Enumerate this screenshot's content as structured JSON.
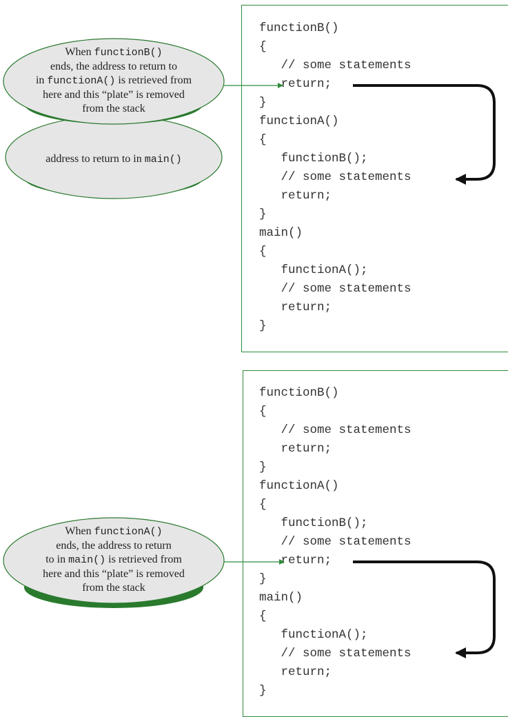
{
  "top_diagram": {
    "code_lines": [
      "functionB()",
      "{",
      "   // some statements",
      "   return;",
      "}",
      "functionA()",
      "{",
      "   functionB();",
      "   // some statements",
      "   return;",
      "}",
      "main()",
      "{",
      "   functionA();",
      "   // some statements",
      "   return;",
      "}"
    ],
    "plate_upper": {
      "part1": "When ",
      "code1": "functionB()",
      "part2": "ends, the address to return to",
      "part3": "in ",
      "code2": "functionA()",
      "part4": " is retrieved from",
      "part5": "here and this “plate” is removed",
      "part6": "from the stack"
    },
    "plate_lower": {
      "part1": "address to return to in ",
      "code1": "main()"
    }
  },
  "bottom_diagram": {
    "code_lines": [
      "functionB()",
      "{",
      "   // some statements",
      "   return;",
      "}",
      "functionA()",
      "{",
      "   functionB();",
      "   // some statements",
      "   return;",
      "}",
      "main()",
      "{",
      "   functionA();",
      "   // some statements",
      "   return;",
      "}"
    ],
    "plate": {
      "part1": "When ",
      "code1": "functionA()",
      "part2": "ends, the address to return",
      "part3": "to in ",
      "code2": "main()",
      "part4": " is retrieved from",
      "part5": "here and this “plate” is removed",
      "part6": "from the stack"
    }
  },
  "colors": {
    "plate_fill": "#e6e6e6",
    "plate_base": "#2a7a2e",
    "border_green": "#2e8b3a",
    "arrow": "#111111"
  }
}
